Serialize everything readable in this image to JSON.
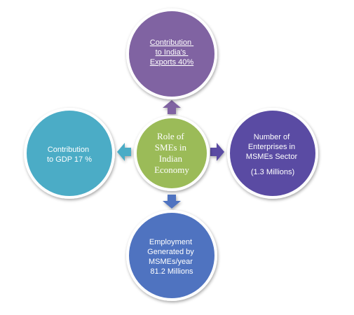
{
  "diagram": {
    "center": {
      "lines": [
        "Role of",
        "SMEs in",
        "Indian",
        "Economy"
      ],
      "color": "#9BBB59"
    },
    "top": {
      "lines": [
        "Contribution",
        "to India's",
        "Exports 40%"
      ],
      "color": "#8064A2",
      "underlined": true
    },
    "right": {
      "lines": [
        "Number  of",
        "Enterprises in",
        "MSMEs Sector",
        "(1.3 Millions)"
      ],
      "color": "#5A4CA3"
    },
    "bottom": {
      "lines": [
        "Employment",
        "Generated  by",
        "MSMEs/year",
        "81.2 Millions"
      ],
      "color": "#4F73C0"
    },
    "left": {
      "lines": [
        "Contribution",
        "to GDP 17 %"
      ],
      "color": "#4BACC6"
    },
    "arrows": {
      "up_color": "#8064A2",
      "right_color": "#5A4CA3",
      "down_color": "#4F73C0",
      "left_color": "#4BACC6"
    }
  }
}
